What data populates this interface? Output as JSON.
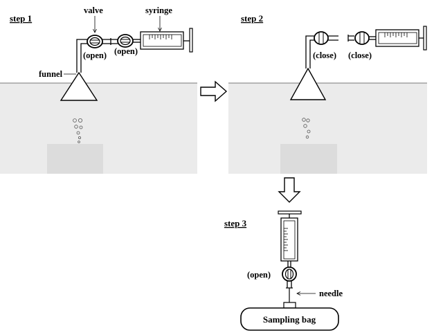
{
  "steps": {
    "step1": "step 1",
    "step2": "step 2",
    "step3": "step 3"
  },
  "labels": {
    "valve": "valve",
    "syringe": "syringe",
    "funnel": "funnel",
    "needle": "needle",
    "sampling_bag": "Sampling bag"
  },
  "states": {
    "s1_valve1": "(open)",
    "s1_valve2": "(open)",
    "s2_valve1": "(close)",
    "s2_valve2": "(close)",
    "s3_valve": "(open)"
  },
  "colors": {
    "water": "#ebebeb",
    "sediment": "#dcdcdc",
    "line": "#000000"
  },
  "icons": {
    "arrow_right": "block-arrow-right-icon",
    "arrow_down": "block-arrow-down-icon"
  }
}
